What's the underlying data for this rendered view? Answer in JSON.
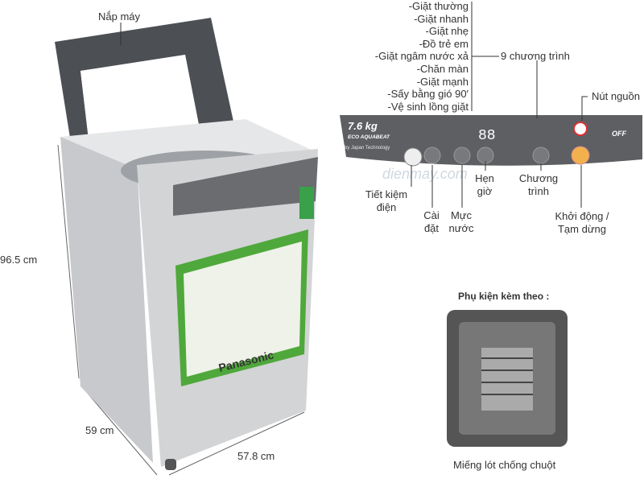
{
  "labels": {
    "lid": "Nắp máy",
    "height": "96.5 cm",
    "depth": "59 cm",
    "width": "57.8 cm",
    "programs_summary": "9 chương trình",
    "power_button": "Nút nguồn",
    "energy_save": "Tiết kiệm điện",
    "setting": "Cài đặt",
    "water_level": "Mực nước",
    "timer": "Hẹn giờ",
    "program": "Chương trình",
    "start_pause": "Khởi động / Tạm dừng",
    "accessory_title": "Phụ kiện kèm theo :",
    "accessory_name": "Miếng lót chống chuột"
  },
  "programs": [
    "-Giặt thường",
    "-Giặt nhanh",
    "-Giặt nhẹ",
    "-Đồ trẻ em",
    "-Giặt ngâm nước xả",
    "-Chăn màn",
    "-Giặt mạnh",
    "-Sấy bằng gió 90′",
    "-Vệ sinh lồng giặt"
  ],
  "panel": {
    "capacity": "7.6 kg",
    "series": "ECO AQUABEAT",
    "tagline": "by Japan Technology",
    "display": "88",
    "off_text": "OFF",
    "brand": "Panasonic",
    "badge": "7.6"
  },
  "watermark": "dienmay.com",
  "colors": {
    "panel": "#5d5f63",
    "body": "#cfd0d2",
    "green": "#4fa83b",
    "start_button": "#f2b14d",
    "power_button": "#e03030"
  }
}
